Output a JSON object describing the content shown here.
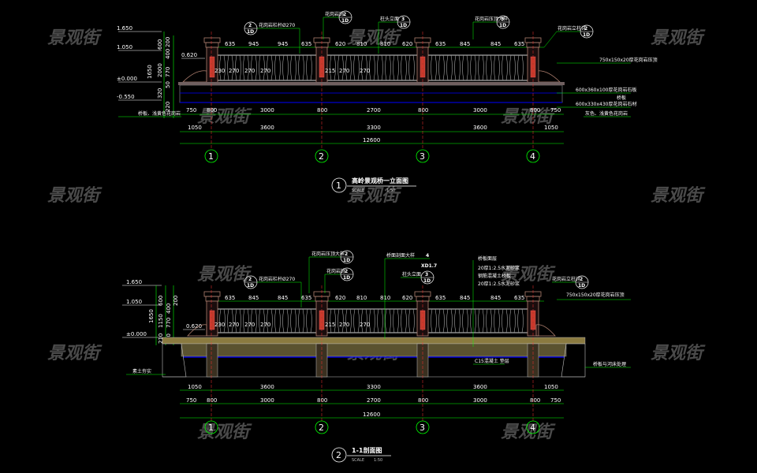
{
  "watermark": "景观街",
  "colors": {
    "background": "#000000",
    "green_line": "#00ff00",
    "dim_text": "#ffffff",
    "column_red": "#c0392b",
    "stone": "#b08070",
    "balustrade": "#a7a7a7",
    "foundation_blue": "#0000ff",
    "concrete_fill": "#8a7a40"
  },
  "drawing1": {
    "title": "高岭景观桥一立面图",
    "subtitle": "SCALE",
    "scale": "1:50",
    "number": "1",
    "levels": [
      "1.650",
      "1.050",
      "0.620",
      "±0.000",
      "-0.550"
    ],
    "vertical_dims": [
      "200",
      "400",
      "600",
      "2000",
      "770",
      "1650",
      "320",
      "50",
      "220"
    ],
    "top_dims": [
      "635",
      "945",
      "945",
      "635",
      "620",
      "810",
      "810",
      "620",
      "635",
      "845",
      "845",
      "635"
    ],
    "inner_dims": [
      "230",
      "270",
      "270",
      "270",
      "215",
      "270",
      "270"
    ],
    "bottom_dims_row1": [
      "750",
      "800",
      "3000",
      "800",
      "2700",
      "800",
      "3000",
      "800",
      "750"
    ],
    "bottom_dims_row2": [
      "1050",
      "3600",
      "3300",
      "3600",
      "1050"
    ],
    "total": "12600",
    "axes": [
      "1",
      "2",
      "3",
      "4"
    ],
    "callouts": [
      {
        "text": "花岗岩栏杆Ø270",
        "tag": "2",
        "sub": "1D"
      },
      {
        "text": "花岗岩饰",
        "tag": "2",
        "sub": "1D"
      },
      {
        "text": "柱头立面",
        "tag": "3",
        "sub": "1D"
      },
      {
        "text": "花岗岩压顶大样",
        "tag": "3",
        "sub": "1D"
      },
      {
        "text": "花岗岩立柱详",
        "tag": "2",
        "sub": "1D"
      }
    ],
    "right_notes": [
      "750x150x20厚花岗岩压顶",
      "600x360x100厚花岗岩石板",
      "600x330x430厚花岗岩石材",
      "桥板",
      "灰色、浅黄色花岗岩"
    ],
    "left_note": "桥板、浅黄色花岗岩"
  },
  "drawing2": {
    "title": "1-1剖面图",
    "subtitle": "SCALE",
    "scale": "1:50",
    "number": "2",
    "levels": [
      "1.650",
      "1.050",
      "0.620",
      "±0.000"
    ],
    "vertical_dims": [
      "200",
      "600",
      "400",
      "1650",
      "1150",
      "770",
      "50",
      "210"
    ],
    "top_dims": [
      "635",
      "845",
      "845",
      "635",
      "620",
      "810",
      "810",
      "620",
      "635",
      "845",
      "845",
      "635"
    ],
    "inner_dims": [
      "230",
      "270",
      "270",
      "270",
      "215",
      "270",
      "270"
    ],
    "bottom_dims_row1": [
      "1050",
      "3600",
      "3300",
      "3600",
      "1050"
    ],
    "bottom_dims_row2": [
      "750",
      "800",
      "3000",
      "800",
      "2700",
      "800",
      "3000",
      "800",
      "750"
    ],
    "total": "12600",
    "axes": [
      "1",
      "2",
      "3",
      "4"
    ],
    "callouts": [
      {
        "text": "花岗岩栏杆Ø270",
        "tag": "2",
        "sub": "1D"
      },
      {
        "text": "花岗岩饰",
        "tag": "2",
        "sub": "1D"
      },
      {
        "text": "花岗岩压顶大样",
        "tag": "2",
        "sub": "1D"
      },
      {
        "text": "桥面剖面大样",
        "tag": "4",
        "sub": "XD1.7"
      },
      {
        "text": "柱头立面",
        "tag": "3",
        "sub": "1D"
      },
      {
        "text": "花岗岩立柱详",
        "tag": "2",
        "sub": "1D"
      }
    ],
    "layer_notes": [
      "桥板面层",
      "20厚1:2.5水泥砂浆",
      "钢筋混凝土桥板",
      "20厚1:2.5水泥砂浆"
    ],
    "right_notes": [
      "750x150x20厚花岗岩压顶",
      "桥板与河床处理"
    ],
    "left_note": "素土夯实",
    "bottom_note": "C15混凝土 垫层"
  }
}
